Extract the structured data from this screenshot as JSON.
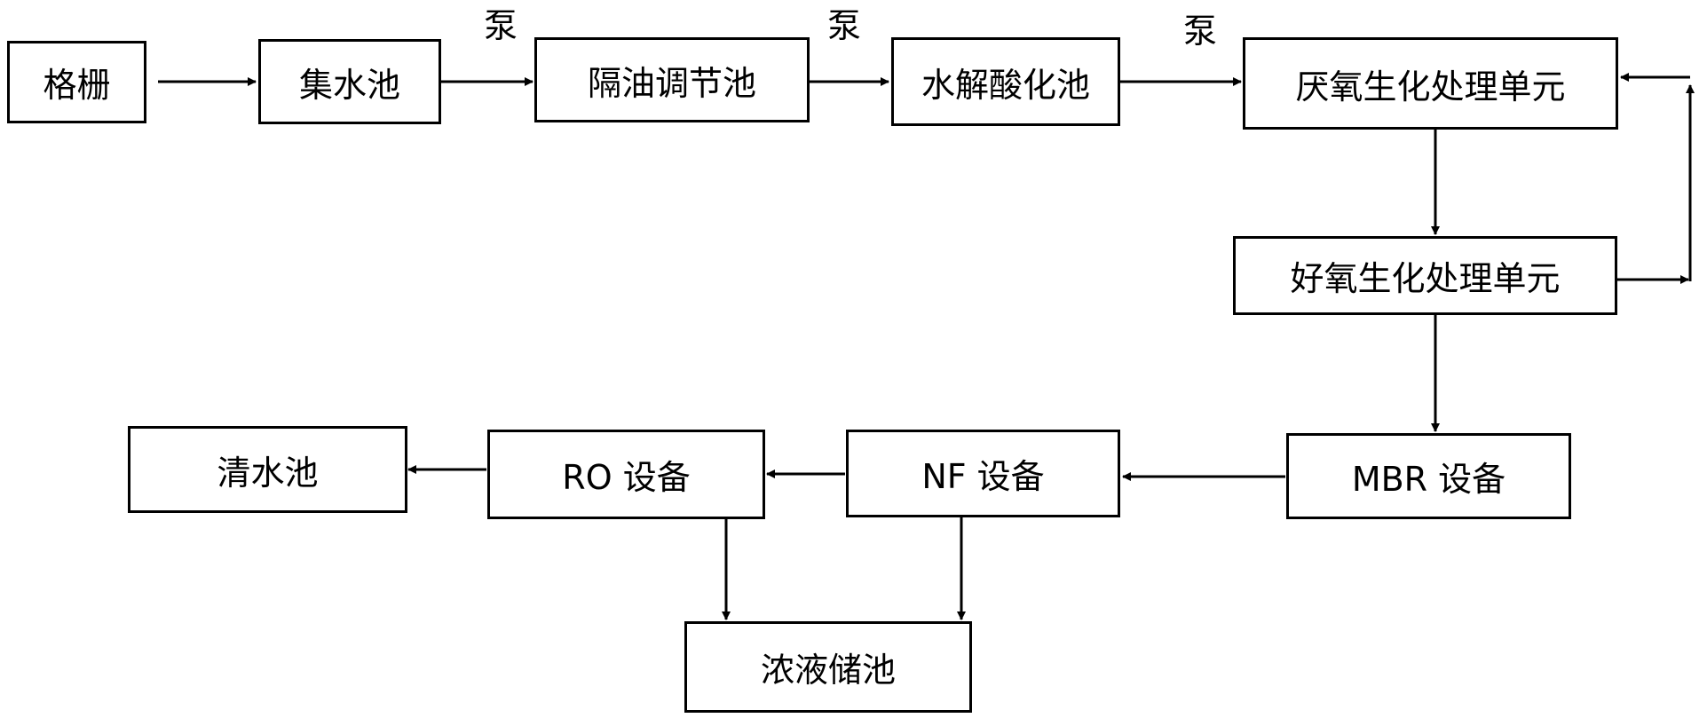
{
  "nodes": {
    "grating": "格栅",
    "collection_tank": "集水池",
    "oil_separation_tank": "隔油调节池",
    "hydrolysis_tank": "水解酸化池",
    "anaerobic_unit": "厌氧生化处理单元",
    "aerobic_unit": "好氧生化处理单元",
    "mbr": "MBR 设备",
    "nf": "NF 设备",
    "ro": "RO 设备",
    "clear_water_tank": "清水池",
    "concentrate_tank": "浓液储池"
  },
  "edge_labels": {
    "pump_1": "泵",
    "pump_2": "泵",
    "pump_3": "泵"
  }
}
